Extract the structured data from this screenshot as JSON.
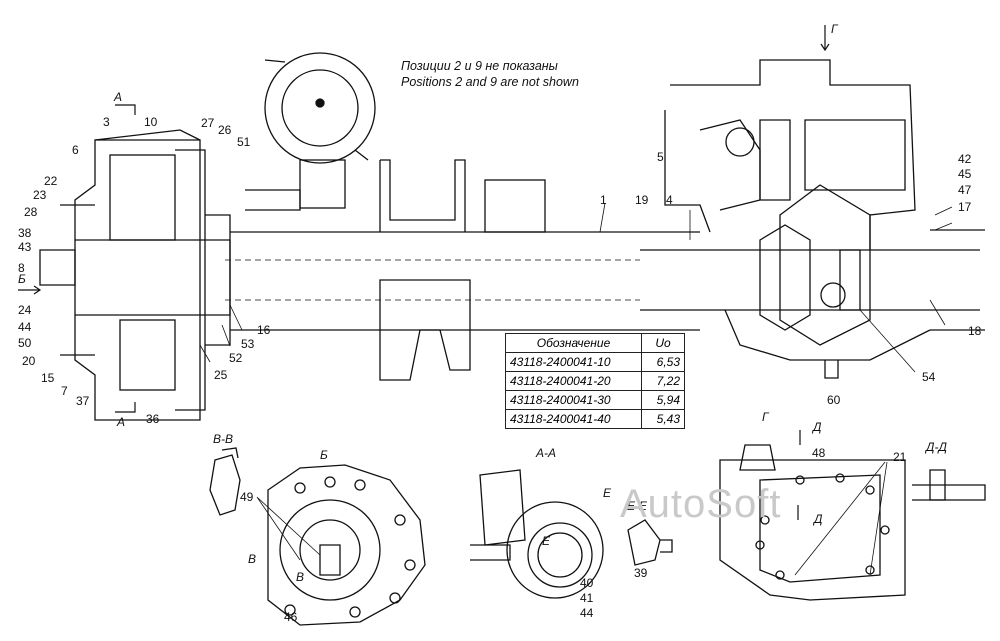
{
  "note": {
    "line_ru": "Позиции 2 и 9 не показаны",
    "line_en": "Positions 2 and 9 are not shown"
  },
  "table": {
    "header_designation": "Обозначение",
    "header_ratio": "Uо",
    "rows": [
      {
        "designation": "43118-2400041-10",
        "ratio": "6,53"
      },
      {
        "designation": "43118-2400041-20",
        "ratio": "7,22"
      },
      {
        "designation": "43118-2400041-30",
        "ratio": "5,94"
      },
      {
        "designation": "43118-2400041-40",
        "ratio": "5,43"
      }
    ]
  },
  "section_labels": {
    "a_top": "А",
    "a_bottom": "А",
    "b_arrow": "Б",
    "g_arrow": "Г",
    "view_vv": "В-В",
    "view_b": "Б",
    "view_aa": "А-А",
    "view_g": "Г",
    "view_dd": "Д-Д",
    "view_ee": "Е-Е",
    "mark_d_top": "Д",
    "mark_d_mid": "Д",
    "mark_e": "Е",
    "mark_e_in": "Е",
    "mark_v1": "В",
    "mark_v2": "В"
  },
  "callouts": [
    "1",
    "3",
    "4",
    "5",
    "6",
    "7",
    "8",
    "10",
    "15",
    "16",
    "17",
    "18",
    "19",
    "20",
    "21",
    "22",
    "23",
    "24",
    "25",
    "26",
    "27",
    "28",
    "36",
    "37",
    "38",
    "39",
    "40",
    "41",
    "42",
    "43",
    "44",
    "45",
    "46",
    "47",
    "48",
    "49",
    "50",
    "51",
    "52",
    "53",
    "54",
    "60"
  ],
  "watermark": "AutoSoft"
}
